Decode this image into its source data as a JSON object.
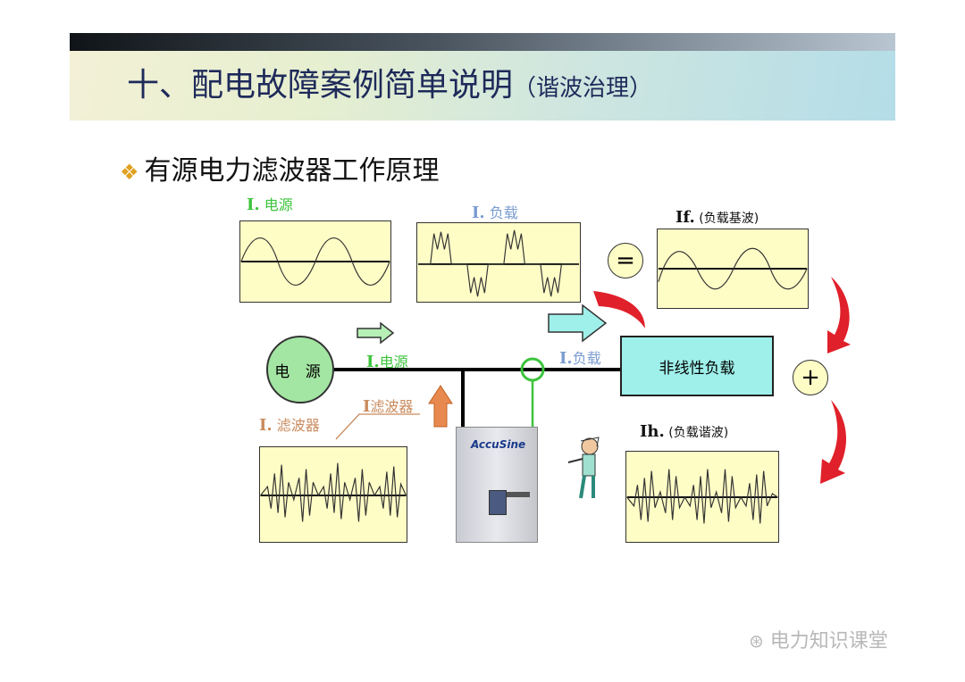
{
  "title": {
    "main": "十、配电故障案例简单说明",
    "sub": "（谐波治理）"
  },
  "bullet": {
    "text": "有源电力滤波器工作原理"
  },
  "labels": {
    "i_source_top": {
      "prefix": "I.",
      "text": "电源"
    },
    "i_load_top": {
      "prefix": "I.",
      "text": "负载"
    },
    "if_label": {
      "prefix": "If.",
      "text": "(负载基波)"
    },
    "ih_label": {
      "prefix": "Ih.",
      "text": "(负载谐波)"
    },
    "i_source_line": {
      "prefix": "I.",
      "text": "电源"
    },
    "i_load_line": {
      "prefix": "I.",
      "text": "负载"
    },
    "i_filter_left": {
      "prefix": "I.",
      "text": "滤波器"
    },
    "i_filter_mid": {
      "prefix": "I",
      "text": "滤波器"
    }
  },
  "nodes": {
    "source": "电 源",
    "load": "非线性负载"
  },
  "operators": {
    "equals": "=",
    "plus": "+"
  },
  "device": {
    "brand": "AccuSine"
  },
  "watermark": {
    "text": "电力知识课堂"
  },
  "colors": {
    "source_green": "#3cc43c",
    "load_blue": "#7b9ccf",
    "filter_brown": "#c98a5c",
    "arrow_red": "#e0202a",
    "wave_bg": "#fffdc6"
  }
}
